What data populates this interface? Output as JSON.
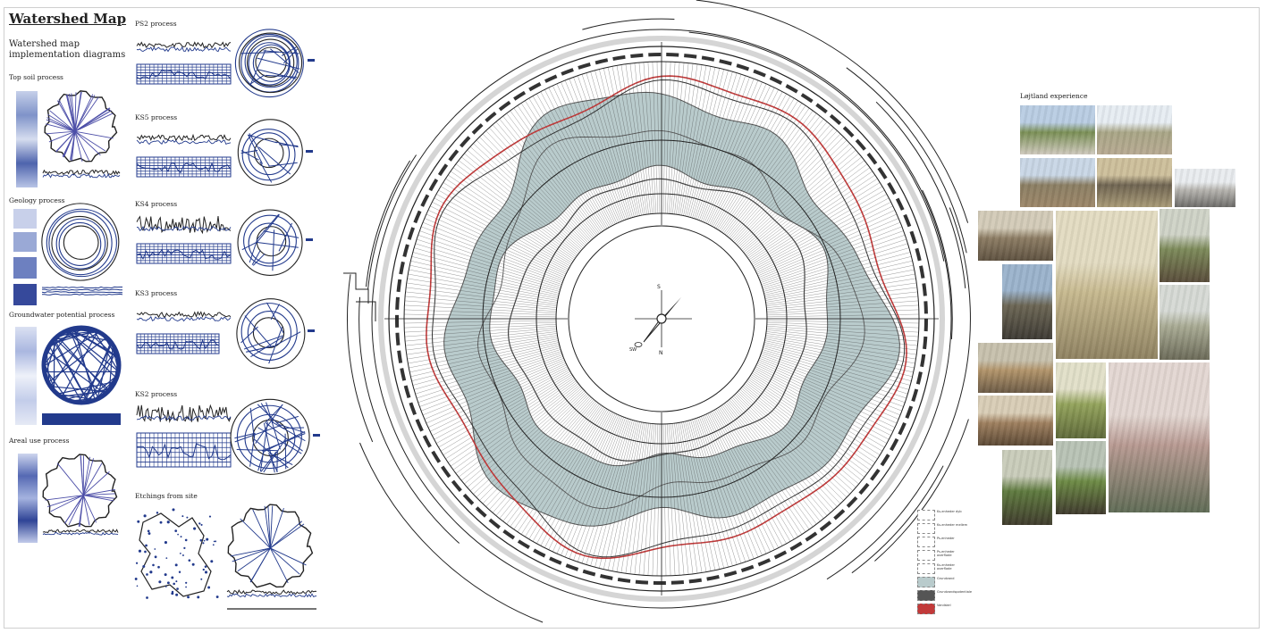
{
  "title": "Watershed Map",
  "subtitle": "Watershed map implementation diagrams",
  "left_labels": {
    "top_soil": "Top soil process",
    "geology": "Geology process",
    "groundwater": "Groundwater potential process",
    "areal_use": "Areal use process"
  },
  "middle_labels": {
    "ps2": "PS2 process",
    "ks5": "KS5 process",
    "ks4": "KS4 process",
    "ks3": "KS3 process",
    "ks2": "KS2 process",
    "etchings": "Etchings from site"
  },
  "compass": {
    "north": "N",
    "south": "S",
    "bottom_label": "SW"
  },
  "photos_heading": "Løjtland experience",
  "photos": [
    {
      "name": "photo-road-houses",
      "icon": "landscape-photo-icon",
      "colors": [
        "#b9cde3",
        "#7a8f55",
        "#cfc9bd"
      ]
    },
    {
      "name": "photo-field-stones",
      "icon": "landscape-photo-icon",
      "colors": [
        "#e7edf3",
        "#a9a686",
        "#b7aa92"
      ]
    },
    {
      "name": "photo-bare-trees",
      "icon": "landscape-photo-icon",
      "colors": [
        "#c9d7e6",
        "#8b7e63",
        "#9c8668"
      ]
    },
    {
      "name": "photo-earth-hole",
      "icon": "landscape-photo-icon",
      "colors": [
        "#cdbf9b",
        "#6f6451",
        "#a89a76"
      ]
    },
    {
      "name": "photo-grey-shore",
      "icon": "landscape-photo-icon",
      "colors": [
        "#e9ecef",
        "#b7b5b0",
        "#6d6c69"
      ]
    },
    {
      "name": "photo-soil-closeup",
      "icon": "landscape-photo-icon",
      "colors": [
        "#d3cbb8",
        "#8c7c63",
        "#5e5140"
      ]
    },
    {
      "name": "photo-stone-in-grass",
      "icon": "landscape-photo-icon",
      "colors": [
        "#e3dcc2",
        "#c7b98f",
        "#8f8261"
      ]
    },
    {
      "name": "photo-mossy-slope",
      "icon": "landscape-photo-icon",
      "colors": [
        "#cfd3c7",
        "#7c8a59",
        "#594c3a"
      ]
    },
    {
      "name": "photo-tree-trunk",
      "icon": "landscape-photo-icon",
      "colors": [
        "#9bb3cc",
        "#6b6553",
        "#3d3a34"
      ]
    },
    {
      "name": "photo-forest-floor",
      "icon": "landscape-photo-icon",
      "colors": [
        "#d6dad5",
        "#a9ab94",
        "#6b6a58"
      ]
    },
    {
      "name": "photo-beech-forest",
      "icon": "landscape-photo-icon",
      "colors": [
        "#c7c1ad",
        "#b2946a",
        "#6b5a45"
      ]
    },
    {
      "name": "photo-leaf-litter",
      "icon": "landscape-photo-icon",
      "colors": [
        "#d9cdb6",
        "#9e7f5e",
        "#5c4935"
      ]
    },
    {
      "name": "photo-green-path",
      "icon": "landscape-photo-icon",
      "colors": [
        "#e2e0c9",
        "#93a35b",
        "#5f6a3a"
      ]
    },
    {
      "name": "photo-misty-forest",
      "icon": "landscape-photo-icon",
      "colors": [
        "#e3d7d2",
        "#b89a92",
        "#5f6b55"
      ]
    },
    {
      "name": "photo-moss-hummock",
      "icon": "landscape-photo-icon",
      "colors": [
        "#c9ccba",
        "#5e7a3e",
        "#3f3b2c"
      ]
    },
    {
      "name": "photo-forest-track",
      "icon": "landscape-photo-icon",
      "colors": [
        "#b8c3b5",
        "#6c8a44",
        "#3f3a2d"
      ]
    }
  ],
  "legend": [
    {
      "label": "Ks-enheder dyb",
      "fill": "#ffffff"
    },
    {
      "label": "Ks-enheder mellem",
      "fill": "#ffffff"
    },
    {
      "label": "Ps-enheder",
      "fill": "#ffffff"
    },
    {
      "label": "Ps-enheder overflade",
      "fill": "#ffffff"
    },
    {
      "label": "Ks-enheder overflade",
      "fill": "#ffffff"
    },
    {
      "label": "Grundvand",
      "fill": "#b9cbcc"
    },
    {
      "label": "Grundvandspotentiale",
      "fill": "#555555"
    },
    {
      "label": "Vandskel",
      "fill": "#c23a3a"
    }
  ],
  "colors": {
    "navy": "#223a8c",
    "teal_fill": "#b9cbcc",
    "red_line": "#c23a3a",
    "ink": "#222222"
  }
}
